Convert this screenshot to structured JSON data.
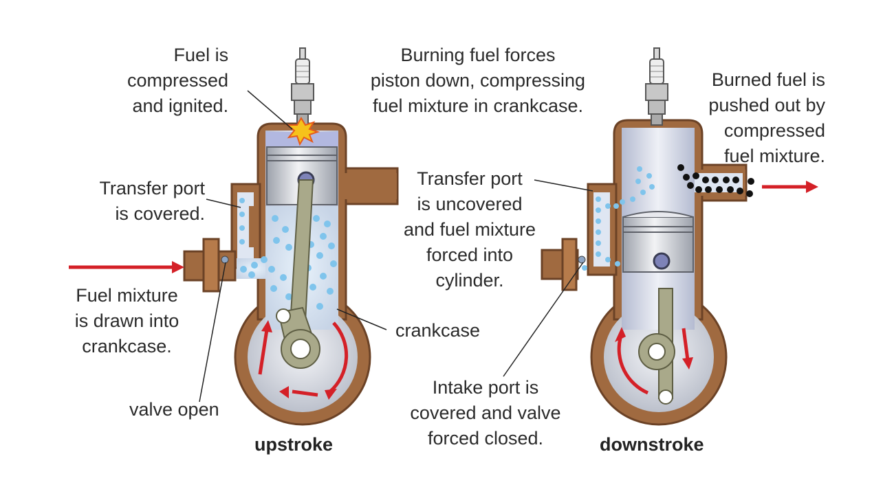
{
  "labels": {
    "fuel_compressed": [
      "Fuel is",
      "compressed",
      "and ignited."
    ],
    "burning_fuel": [
      "Burning fuel forces",
      "piston down, compressing",
      "fuel mixture in crankcase."
    ],
    "burned_fuel": [
      "Burned fuel is",
      "pushed out by",
      "compressed",
      "fuel mixture."
    ],
    "transfer_covered": [
      "Transfer port",
      "is covered."
    ],
    "transfer_uncovered": [
      "Transfer port",
      "is uncovered",
      "and fuel mixture",
      "forced into",
      "cylinder."
    ],
    "fuel_mixture_drawn": [
      "Fuel mixture",
      "is drawn into",
      "crankcase."
    ],
    "crankcase": "crankcase",
    "intake_covered": [
      "Intake port is",
      "covered and valve",
      "forced closed."
    ],
    "valve_open": "valve open"
  },
  "captions": {
    "upstroke": "upstroke",
    "downstroke": "downstroke"
  },
  "colors": {
    "casing": "#a06a40",
    "casing_dark": "#6b4226",
    "cylinder": "#c8ccd8",
    "piston": "#b9bec8",
    "rod": "#a9a98a",
    "fuel_dot": "#7fc4ec",
    "burned_dot": "#111111",
    "arrow": "#d42027",
    "spark": "#f6c21b"
  },
  "icons": [
    "spark-plug-icon",
    "explosion-icon",
    "arrow-right-icon"
  ]
}
